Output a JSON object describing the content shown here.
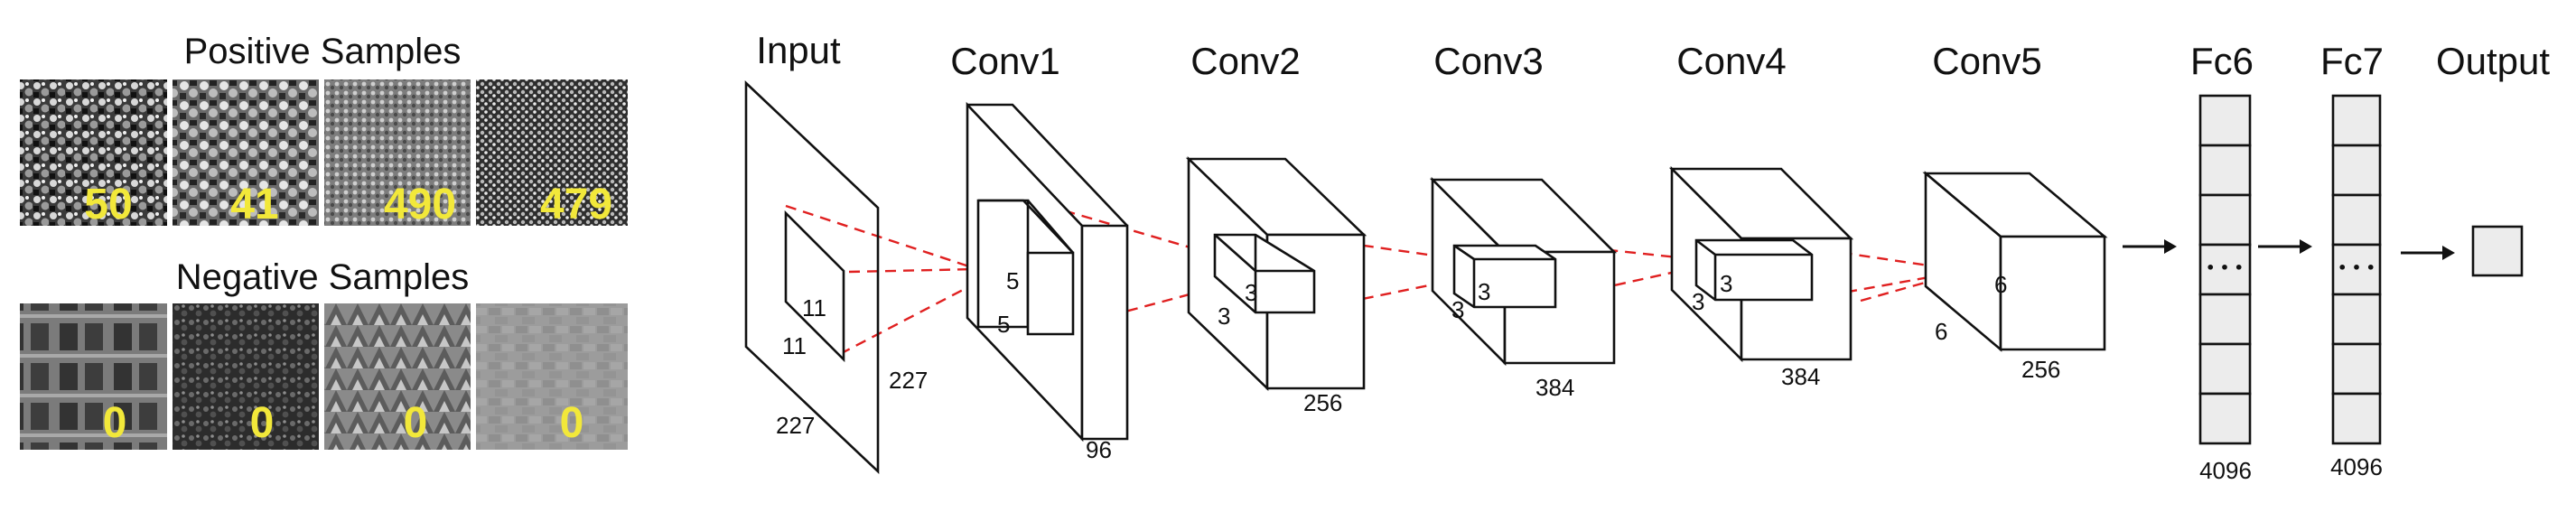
{
  "samples": {
    "positive_title": "Positive Samples",
    "negative_title": "Negative Samples",
    "positive_counts": [
      "50",
      "41",
      "490",
      "479"
    ],
    "negative_counts": [
      "0",
      "0",
      "0",
      "0"
    ],
    "count_color": "#f2e83a"
  },
  "network": {
    "input": {
      "title": "Input",
      "kernel": "11",
      "kernel_side": "11",
      "width": "227",
      "height": "227"
    },
    "conv1": {
      "title": "Conv1",
      "kernel": "5",
      "kernel_side": "5",
      "depth": "96"
    },
    "conv2": {
      "title": "Conv2",
      "kernel": "3",
      "kernel_side": "3",
      "depth": "256"
    },
    "conv3": {
      "title": "Conv3",
      "kernel": "3",
      "kernel_side": "3",
      "depth": "384"
    },
    "conv4": {
      "title": "Conv4",
      "kernel": "3",
      "kernel_side": "3",
      "depth": "384"
    },
    "conv5": {
      "title": "Conv5",
      "size": "6",
      "size_side": "6",
      "depth": "256"
    },
    "fc6": {
      "title": "Fc6",
      "units": "4096"
    },
    "fc7": {
      "title": "Fc7",
      "units": "4096"
    },
    "output": {
      "title": "Output"
    },
    "fc_ellipsis": "• • •",
    "connection_color": "#e02020",
    "fc_fill": "#ececec"
  }
}
